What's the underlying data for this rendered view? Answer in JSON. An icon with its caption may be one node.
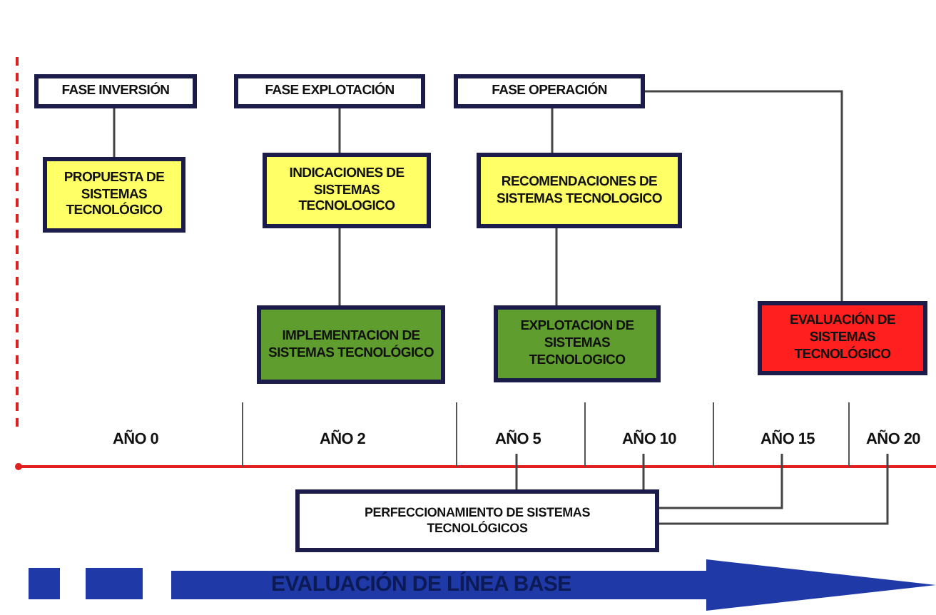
{
  "diagram": {
    "nodes": [
      {
        "text": [
          "FASE INVERSIÓN"
        ]
      },
      {
        "text": [
          "FASE EXPLOTACIÓN"
        ]
      },
      {
        "text": [
          "FASE OPERACIÓN"
        ]
      },
      {
        "text": [
          "PROPUESTA DE SISTEMAS TECNOLÓGICO"
        ]
      },
      {
        "text": [
          "INDICACIONES DE SISTEMAS TECNOLOGICO"
        ]
      },
      {
        "text": [
          "RECOMENDACIONES DE SISTEMAS TECNOLOGICO"
        ]
      },
      {
        "text": [
          "IMPLEMENTACION DE SISTEMAS TECNOLÓGICO"
        ]
      },
      {
        "text": [
          "EXPLOTACION DE SISTEMAS TECNOLOGICO"
        ]
      },
      {
        "text": [
          "EVALUACIÓN DE SISTEMAS TECNOLÓGICO"
        ]
      },
      {
        "text": [
          "AÑO 0"
        ]
      },
      {
        "text": [
          "AÑO 2"
        ]
      },
      {
        "text": [
          "AÑO 5"
        ]
      },
      {
        "text": [
          "AÑO 10"
        ]
      },
      {
        "text": [
          "AÑO 15"
        ]
      },
      {
        "text": [
          "AÑO 20"
        ]
      },
      {
        "text": [
          "PERFECCIONAMIENTO DE SISTEMAS TECNOLÓGICOS"
        ]
      },
      {
        "text": [
          "EVALUACIÓN DE LÍNEA BASE"
        ]
      }
    ],
    "edges": [
      {
        "from": 0,
        "to": 3,
        "arrow": "none"
      },
      {
        "from": 1,
        "to": 4,
        "arrow": "none"
      },
      {
        "from": 4,
        "to": 6,
        "arrow": "none"
      },
      {
        "from": 2,
        "to": 5,
        "arrow": "none"
      },
      {
        "from": 5,
        "to": 7,
        "arrow": "none"
      },
      {
        "from": 2,
        "to": 8,
        "arrow": "none"
      },
      {
        "from": 11,
        "to": 15,
        "arrow": "none"
      },
      {
        "from": 12,
        "to": 15,
        "arrow": "none"
      },
      {
        "from": 13,
        "to": 15,
        "arrow": "none"
      },
      {
        "from": 14,
        "to": 15,
        "arrow": "none"
      }
    ]
  }
}
